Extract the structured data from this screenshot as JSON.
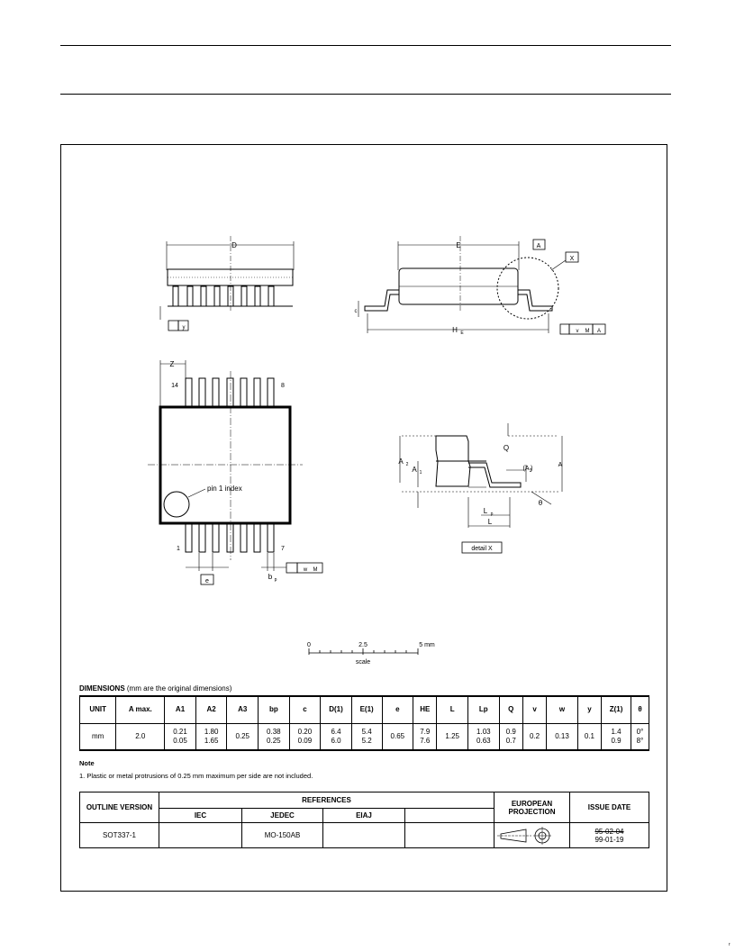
{
  "drawing": {
    "label_D": "D",
    "label_E": "E",
    "label_A": "A",
    "label_X": "X",
    "label_HE": "H",
    "label_HE_sub": "E",
    "label_y": "y",
    "label_c": "c",
    "label_ZE": "Z",
    "label_pin14": "14",
    "label_pin8": "8",
    "label_pin1": "1",
    "label_pin7": "7",
    "label_pin1_index": "pin 1 index",
    "label_e": "e",
    "label_bp": "b",
    "label_bp_sub": "p",
    "label_w": "w",
    "label_M": "M",
    "label_v": "v",
    "label_A2": "A",
    "label_A2_sub": "2",
    "label_A1": "A",
    "label_A1_sub": "1",
    "label_A3": "(A )",
    "label_A3_sub": "3",
    "label_Q": "Q",
    "label_theta": "θ",
    "label_Lp": "L",
    "label_Lp_sub": "p",
    "label_L": "L",
    "label_detail": "detail X",
    "scale_0": "0",
    "scale_25": "2.5",
    "scale_5": "5 mm",
    "scale_label": "scale"
  },
  "dimensions": {
    "title_bold": "DIMENSIONS",
    "title_rest": " (mm are the original dimensions)",
    "headers": [
      "UNIT",
      "A max.",
      "A1",
      "A2",
      "A3",
      "bp",
      "c",
      "D(1)",
      "E(1)",
      "e",
      "HE",
      "L",
      "Lp",
      "Q",
      "v",
      "w",
      "y",
      "Z(1)",
      "θ"
    ],
    "values_row1": [
      "mm",
      "2.0",
      "0.21",
      "1.80",
      "0.25",
      "0.38",
      "0.20",
      "6.4",
      "5.4",
      "0.65",
      "7.9",
      "1.25",
      "1.03",
      "0.9",
      "0.2",
      "0.13",
      "0.1",
      "1.4",
      "0°"
    ],
    "values_row2": [
      "",
      "",
      "0.05",
      "1.65",
      "",
      "0.25",
      "0.09",
      "6.0",
      "5.2",
      "",
      "7.6",
      "",
      "0.63",
      "0.7",
      "",
      "",
      "",
      "0.9",
      "8°"
    ]
  },
  "note": {
    "title": "Note",
    "text": "1. Plastic or metal protrusions of 0.25 mm maximum per side are not included."
  },
  "references": {
    "outline_version_label": "OUTLINE VERSION",
    "references_label": "REFERENCES",
    "iec_label": "IEC",
    "jedec_label": "JEDEC",
    "eiaj_label": "EIAJ",
    "european_projection_label": "EUROPEAN PROJECTION",
    "issue_date_label": "ISSUE DATE",
    "outline_version": "SOT337-1",
    "iec": "",
    "jedec": "MO-150AB",
    "eiaj": "",
    "issue_date_old": "95-02-04",
    "issue_date": "99-01-19"
  },
  "footer": {
    "corner_mark": "r"
  }
}
